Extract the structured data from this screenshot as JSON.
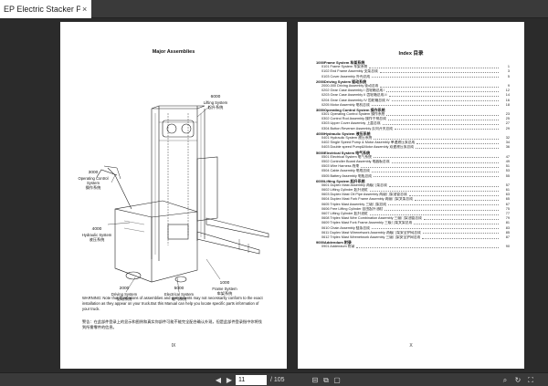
{
  "tab": {
    "title": "EP Electric Stacker PDS...",
    "close": "×"
  },
  "left_page": {
    "heading": "Major Assemblies",
    "labels": {
      "lifting": {
        "num": "6000",
        "en": "Lifting System",
        "cn": "起升系统"
      },
      "operating": {
        "num": "3000",
        "en": "Operating Control System",
        "cn": "操作系统"
      },
      "hydraulic": {
        "num": "4000",
        "en": "Hydraulic System",
        "cn": "液压系统"
      },
      "driving": {
        "num": "2000",
        "en": "Driving System",
        "cn": "驱动系统"
      },
      "electrical": {
        "num": "5000",
        "en": "Electrical System",
        "cn": "电气系统"
      },
      "frame": {
        "num": "1000",
        "en": "Frame System",
        "cn": "车架系统"
      }
    },
    "warning": "WARNING: Note that illustrations of assemblies and components may not necessarily conform to the exact installation as they appear on your truck.But this Manual can help you locate specific parts information of your truck.",
    "cn_note": "警告：在此部件登录上的显示和图例和真实你部件可能不能完全配合确认外观，但是此部件登录指中你将找到所需零件的信息。",
    "page_number": "IX"
  },
  "right_page": {
    "heading": "Index 目录",
    "toc": [
      {
        "kind": "section",
        "text": "1000Frame System 车架系统"
      },
      {
        "kind": "item",
        "text": "0101 Frame System 车架系统",
        "page": "1"
      },
      {
        "kind": "item",
        "text": "0102 End Frame Assembly 支架总成",
        "page": "3"
      },
      {
        "kind": "item",
        "text": "0103 Cover Assembly 外壳总成",
        "page": "5"
      },
      {
        "kind": "section",
        "text": "2000Driving System 驱动系统"
      },
      {
        "kind": "item",
        "text": "2000-000 Driving Assembly 驱动总成",
        "page": "9"
      },
      {
        "kind": "item",
        "text": "0202 Gear Case Assembly I 齿轮箱总成 I",
        "page": "12"
      },
      {
        "kind": "item",
        "text": "0203 Gear Case Assembly II 齿轮箱总成 II",
        "page": "14"
      },
      {
        "kind": "item",
        "text": "0204 Gear Case Assembly IV 齿轮箱总成 IV",
        "page": "16"
      },
      {
        "kind": "item",
        "text": "0205 Motor Assembly 电机总成",
        "page": "18"
      },
      {
        "kind": "section",
        "text": "3000Operating Control System 操作系统"
      },
      {
        "kind": "item",
        "text": "0301 Operating Control System 操作系统",
        "page": "23"
      },
      {
        "kind": "item",
        "text": "0302 Control Rod Assembly 操作手柄总成",
        "page": "25"
      },
      {
        "kind": "item",
        "text": "0303 Upper Cover Assembly 上盖总成",
        "page": "27"
      },
      {
        "kind": "item",
        "text": "0304 Button Reverser Assembly 反向开关总成",
        "page": "29"
      },
      {
        "kind": "section",
        "text": "4000Hydraulic System 液压系统"
      },
      {
        "kind": "item",
        "text": "0401 Hydraulic System 液压系统",
        "page": "32"
      },
      {
        "kind": "item",
        "text": "0402 Single Speed Pump & Motor Assembly 单速液压泵总成",
        "page": "34"
      },
      {
        "kind": "item",
        "text": "0403 Double speed Pump&Motor Assembly 双速液压泵总成",
        "page": "36"
      },
      {
        "kind": "section",
        "text": "5000Electrical System 电气系统"
      },
      {
        "kind": "item",
        "text": "0501 Electrical System 电气系统",
        "page": "47"
      },
      {
        "kind": "item",
        "text": "0502 Controller Board Assembly 电器板总成",
        "page": "49"
      },
      {
        "kind": "item",
        "text": "0503 Wire Harness 线束",
        "page": "51"
      },
      {
        "kind": "item",
        "text": "0504 Cable Assembly 电缆总成",
        "page": "53"
      },
      {
        "kind": "item",
        "text": "0505 Battery Assembly 电瓶总成",
        "page": "55"
      },
      {
        "kind": "section",
        "text": "6000Lifting System 起升系统"
      },
      {
        "kind": "item",
        "text": "0601 Duplex Mast Assembly 两级门架总成",
        "page": "57"
      },
      {
        "kind": "item",
        "text": "0602 Lifting Cylinder 起升油缸",
        "page": "61"
      },
      {
        "kind": "item",
        "text": "0603 Duplex Mast Oil Pipe Assembly 两级门架油管总成",
        "page": "63"
      },
      {
        "kind": "item",
        "text": "0604 Duplex Mast Fork Frame Assembly 两级门架叉架总成",
        "page": "65"
      },
      {
        "kind": "item",
        "text": "0605 Triplex Mast Assembly 三级门架总成",
        "page": "67"
      },
      {
        "kind": "item",
        "text": "0606 Free Lifting Cylinder 自由起升油缸",
        "page": "75"
      },
      {
        "kind": "item",
        "text": "0607 Lifting Cylinder 起升油缸",
        "page": "77"
      },
      {
        "kind": "item",
        "text": "0608 Triplex Mast Wire Combination Assembly 三级门架油管总成",
        "page": "79"
      },
      {
        "kind": "item",
        "text": "0609 Triplex Mast Fork Frame Assembly 三级门架叉架总成",
        "page": "81"
      },
      {
        "kind": "item",
        "text": "0610 Chain Assembly 链条总成",
        "page": "83"
      },
      {
        "kind": "item",
        "text": "0611 Duplex Mast Wirenetwork Assembly 两级门架安全护网总成",
        "page": "85"
      },
      {
        "kind": "item",
        "text": "0612 Triplex Mast Wirenetwork Assembly 三级门架安全护网总成",
        "page": "87"
      },
      {
        "kind": "section",
        "text": "9000Addendum 附录"
      },
      {
        "kind": "item",
        "text": "0901 Addendum 附录",
        "page": "90"
      }
    ],
    "page_number": "X"
  },
  "toolbar": {
    "prev_icon": "triangle-left-icon",
    "next_icon": "triangle-right-icon",
    "current_page": "11",
    "total_pages": "/ 105",
    "colors": {
      "bar": "#3a3a3a",
      "viewer": "#2b2b2b",
      "page": "#ffffff"
    }
  }
}
